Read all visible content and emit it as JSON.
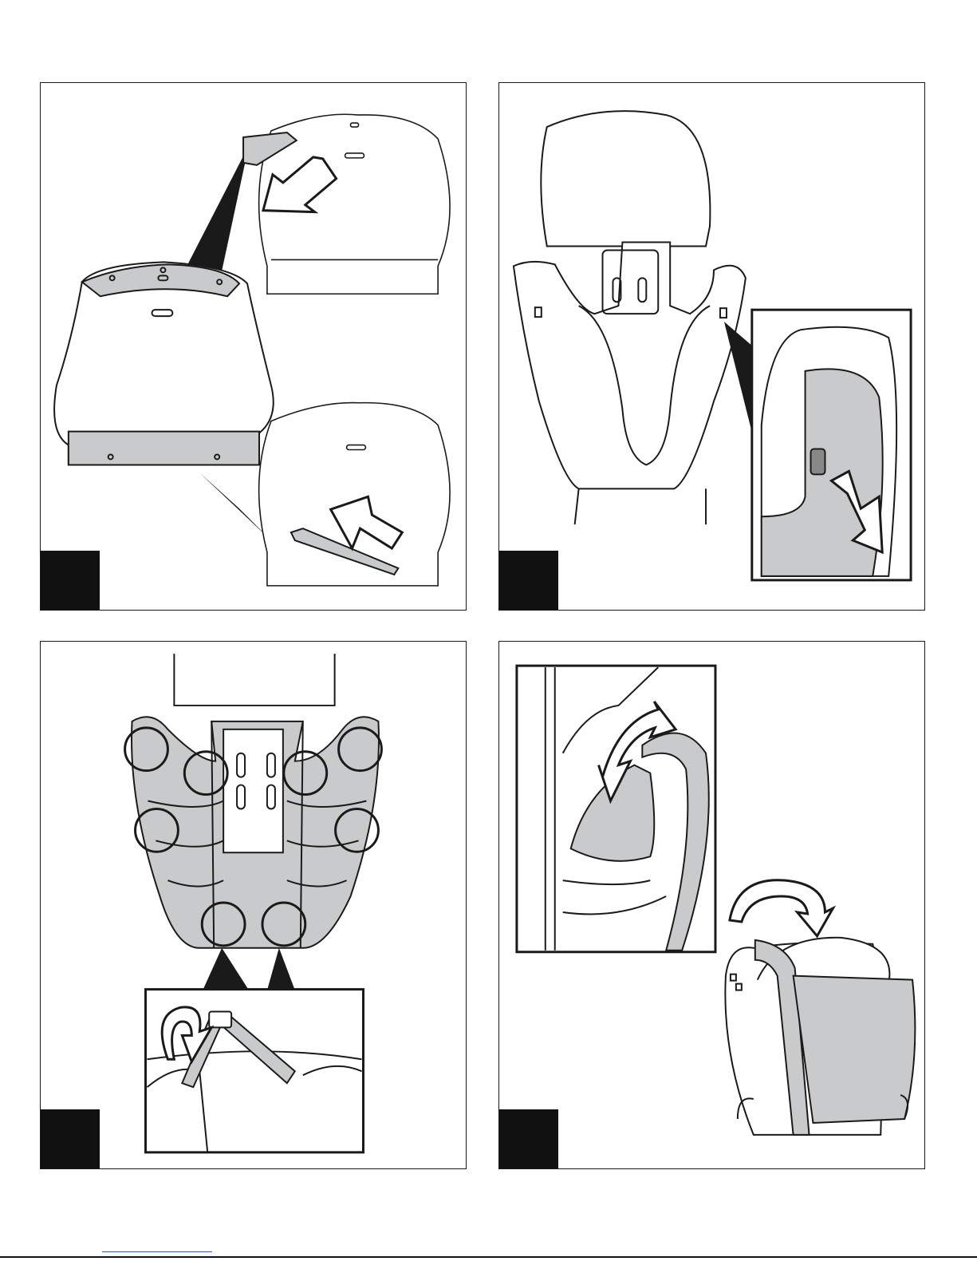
{
  "page": {
    "panels": [
      {
        "id": "panel-1",
        "step_label": ""
      },
      {
        "id": "panel-2",
        "step_label": ""
      },
      {
        "id": "panel-3",
        "step_label": ""
      },
      {
        "id": "panel-4",
        "step_label": ""
      }
    ]
  },
  "colors": {
    "line": "#1a1a1a",
    "highlight_gray": "#c9cacb",
    "step_block": "#111111",
    "link_underline": "#2a4fd6"
  },
  "icons": [
    "arrow-icon",
    "curved-arrow-icon",
    "callout-circle-icon",
    "step-number-block"
  ]
}
